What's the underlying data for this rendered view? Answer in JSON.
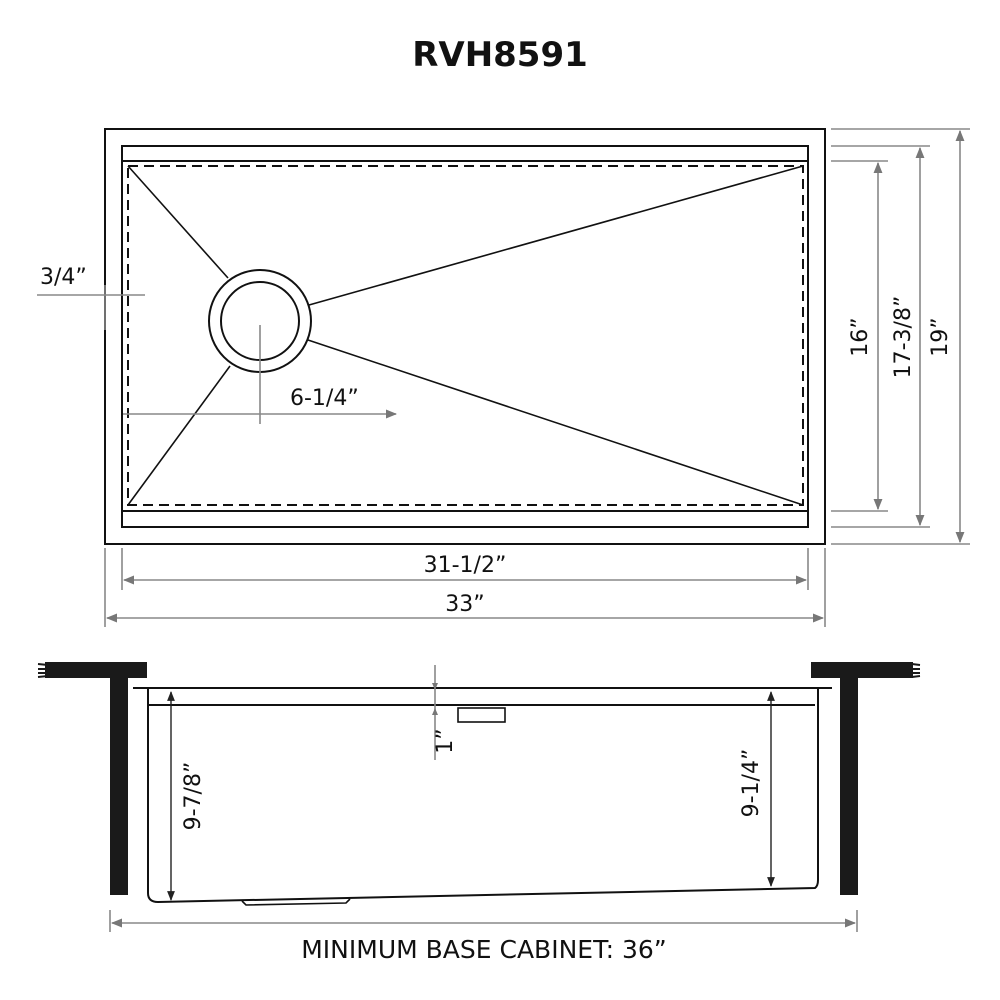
{
  "title": "RVH8591",
  "top_view": {
    "labels": {
      "drain_offset_edge": "3/4”",
      "drain_center": "6-1/4”",
      "inner_width": "31-1/2”",
      "outer_width": "33”",
      "inner_depth": "16”",
      "mid_depth": "17-3/8”",
      "outer_depth": "19”"
    }
  },
  "side_view": {
    "labels": {
      "ledge_depth": "1”",
      "left_depth": "9-7/8”",
      "right_depth": "9-1/4”"
    },
    "caption": "MINIMUM BASE CABINET: 36”"
  },
  "colors": {
    "line": "#111111",
    "dimension_line": "#888888",
    "cabinet": "#1a1a1a",
    "background": "#ffffff"
  }
}
